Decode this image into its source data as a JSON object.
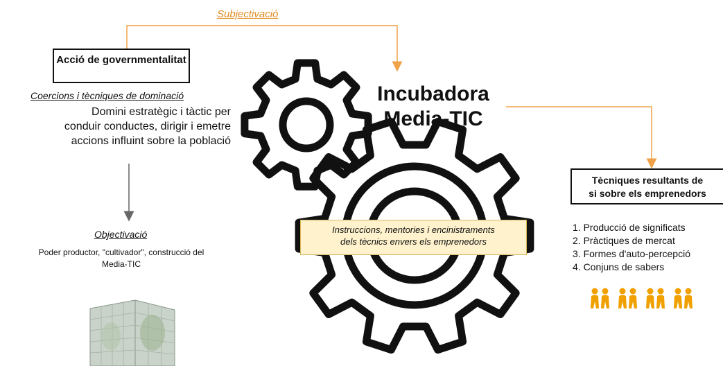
{
  "top_link": {
    "label": "Subjectivació"
  },
  "governmentality": {
    "title": "Acció de governmentalitat",
    "subtitle": "Coercions i tècniques de dominació",
    "description_lines": [
      "Domini estratègic i tàctic per",
      "conduir conductes, dirigir i emetre",
      "accions influint sobre la població"
    ]
  },
  "objectivation": {
    "label": "Objectivació",
    "description_lines": [
      "Poder productor, \"cultivador\", construcció del",
      "Media-TIC"
    ]
  },
  "hub": {
    "title_lines": [
      "Incubadora",
      "Media-TIC"
    ]
  },
  "note": {
    "lines": [
      "Instruccions, mentories i encinistraments",
      "dels tècnics envers els emprenedors"
    ]
  },
  "results": {
    "title_lines": [
      "Tècniques resultants de",
      "si sobre els emprenedors"
    ],
    "items": [
      "1. Producció de significats",
      "2. Pràctiques de mercat",
      "3. Formes d'auto-percepció",
      "4. Conjuns de sabers"
    ]
  },
  "colors": {
    "orange": "#f0a24a",
    "gray_arrow": "#666666",
    "note_fill": "#fff2cc",
    "note_border": "#d6b656",
    "people": "#f0a000"
  },
  "icons": [
    "gear-icon",
    "building-icon",
    "people-icon"
  ]
}
